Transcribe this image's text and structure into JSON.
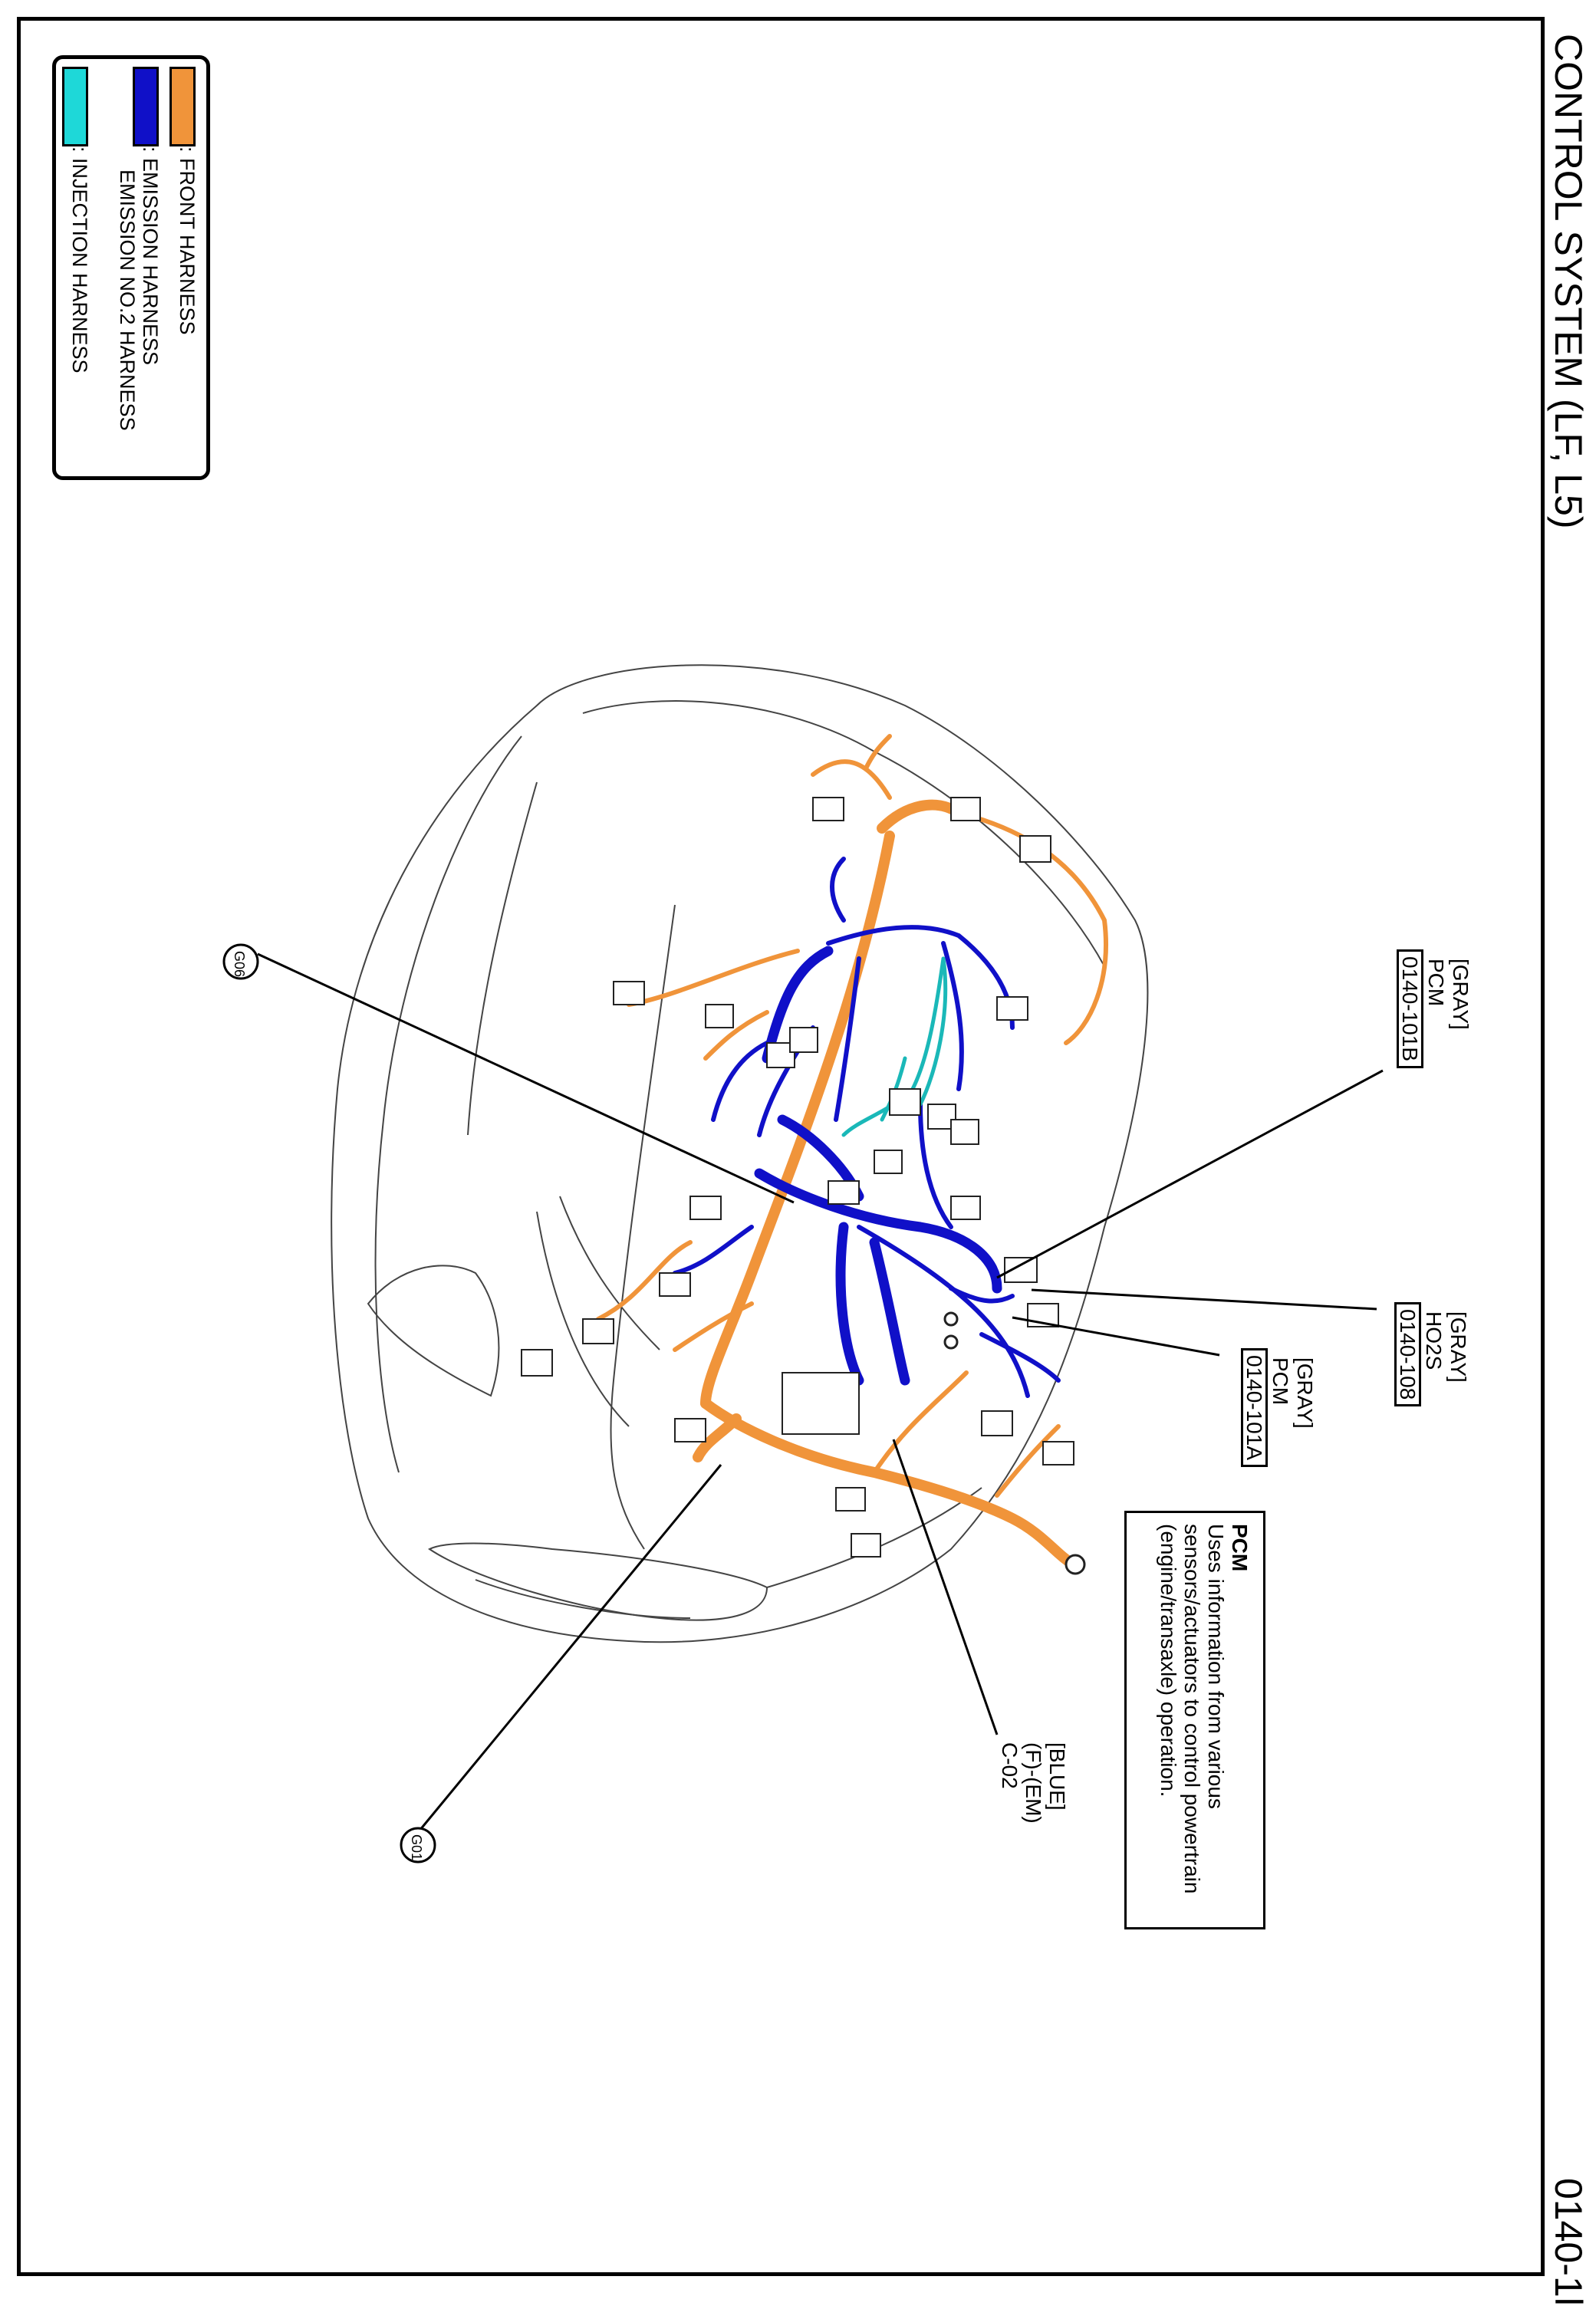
{
  "header": {
    "title": "CONTROL SYSTEM (LF, L5)",
    "page_number": "0140-1l"
  },
  "legend": {
    "items": [
      {
        "label": ": FRONT HARNESS",
        "color": "#f0943a"
      },
      {
        "label": ": EMISSION HARNESS",
        "label_line2": "EMISSION NO.2 HARNESS",
        "color": "#1010c8"
      },
      {
        "label": ": INJECTION HARNESS",
        "color": "#1ed8d8"
      }
    ]
  },
  "callouts": {
    "pcm_b": {
      "color": "[GRAY]",
      "name": "PCM",
      "code": "0140-101B"
    },
    "ho2s": {
      "color": "[GRAY]",
      "name": "HO2S",
      "code": "0140-108"
    },
    "pcm_a": {
      "color": "[GRAY]",
      "name": "PCM",
      "code": "0140-101A"
    },
    "connector_c02": {
      "color": "[BLUE]",
      "name": "(F)-(EM)",
      "code": "C-02"
    },
    "ground_g06": "G06",
    "ground_g01": "G01"
  },
  "description": {
    "title": "PCM",
    "lines": [
      "Uses information from various",
      "sensors/actuators to control powertrain",
      "(engine/transaxle) operation."
    ]
  }
}
